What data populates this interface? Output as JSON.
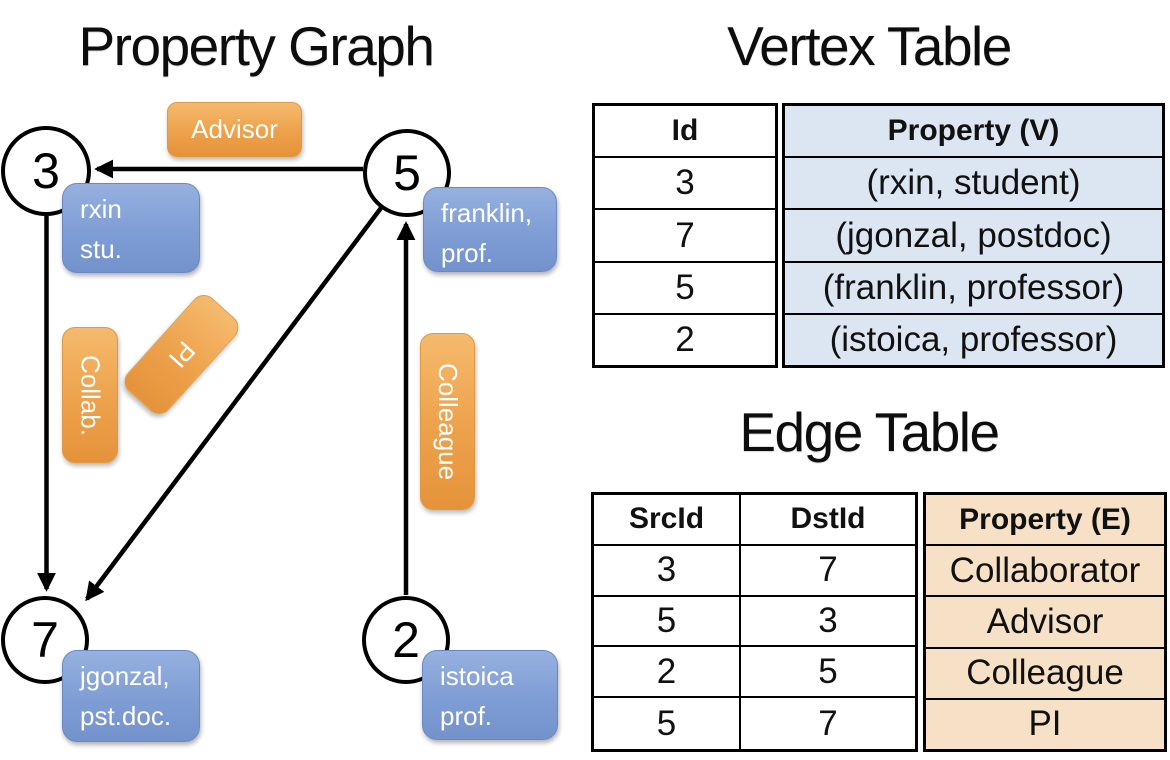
{
  "graph": {
    "title": "Property Graph",
    "vertices": [
      {
        "id": "3",
        "label_lines": [
          "rxin",
          "stu."
        ]
      },
      {
        "id": "5",
        "label_lines": [
          "franklin,",
          "prof."
        ]
      },
      {
        "id": "7",
        "label_lines": [
          "jgonzal,",
          "pst.doc."
        ]
      },
      {
        "id": "2",
        "label_lines": [
          "istoica",
          "prof."
        ]
      }
    ],
    "edge_labels": [
      {
        "text": "Advisor"
      },
      {
        "text": "Collab."
      },
      {
        "text": "PI"
      },
      {
        "text": "Colleague"
      }
    ]
  },
  "vertex_table": {
    "title": "Vertex Table",
    "columns": [
      "Id",
      "Property (V)"
    ],
    "rows": [
      [
        "3",
        "(rxin, student)"
      ],
      [
        "7",
        "(jgonzal, postdoc)"
      ],
      [
        "5",
        "(franklin, professor)"
      ],
      [
        "2",
        "(istoica, professor)"
      ]
    ]
  },
  "edge_table": {
    "title": "Edge Table",
    "columns": [
      "SrcId",
      "DstId",
      "Property (E)"
    ],
    "rows": [
      [
        "3",
        "7",
        "Collaborator"
      ],
      [
        "5",
        "3",
        "Advisor"
      ],
      [
        "2",
        "5",
        "Colleague"
      ],
      [
        "5",
        "7",
        "PI"
      ]
    ]
  },
  "colors": {
    "vertex_property_fill": "#dce6f3",
    "edge_property_fill": "#f7e1c6",
    "node_box_blue": "#7f9dd5",
    "edge_box_orange": "#eda14b",
    "line_black": "#000000"
  }
}
